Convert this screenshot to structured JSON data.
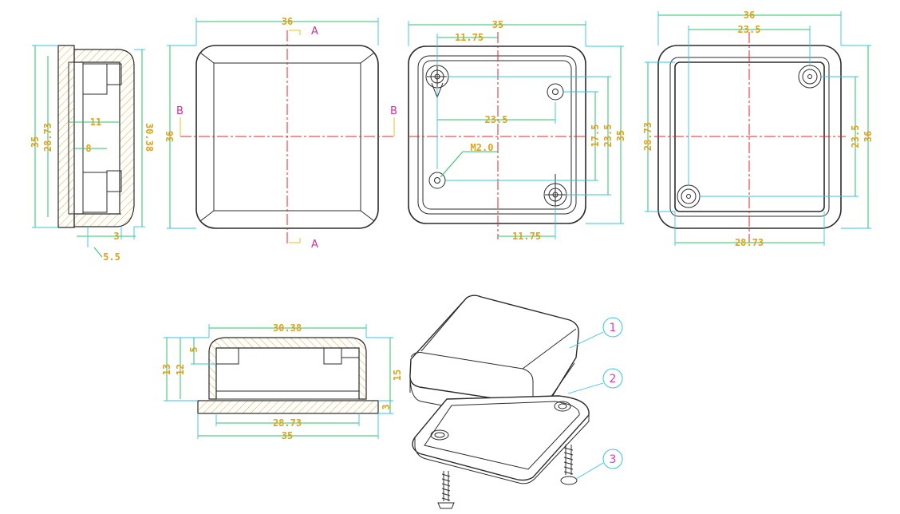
{
  "section_markers": {
    "a_top": "A",
    "a_bottom": "A",
    "b_left": "B",
    "b_right": "B"
  },
  "side_section": {
    "height_outer": "35",
    "height_inner": "28.73",
    "height_right": "30.38",
    "depth_11": "11",
    "depth_8": "8",
    "wall_3": "3",
    "lip_5_5": "5.5"
  },
  "top_view": {
    "width": "36",
    "height": "36"
  },
  "base_view": {
    "width": "35",
    "offset_top": "11.75",
    "offset_bottom": "11.75",
    "hole_spacing": "23.5",
    "height_17_5": "17.5",
    "height_23_5": "23.5",
    "height_35": "35",
    "screw_label": "M2.0"
  },
  "inside_view": {
    "width": "36",
    "hole_spacing_x": "23.5",
    "height_left": "28.73",
    "height_23_5": "23.5",
    "height_36": "36",
    "bottom_width": "28.73"
  },
  "front_section": {
    "top_width": "30.38",
    "h13": "13",
    "h12": "12",
    "h5": "5",
    "h15": "15",
    "h3": "3",
    "inner_width": "28.73",
    "outer_width": "35"
  },
  "part_callouts": [
    "1",
    "2",
    "3"
  ]
}
